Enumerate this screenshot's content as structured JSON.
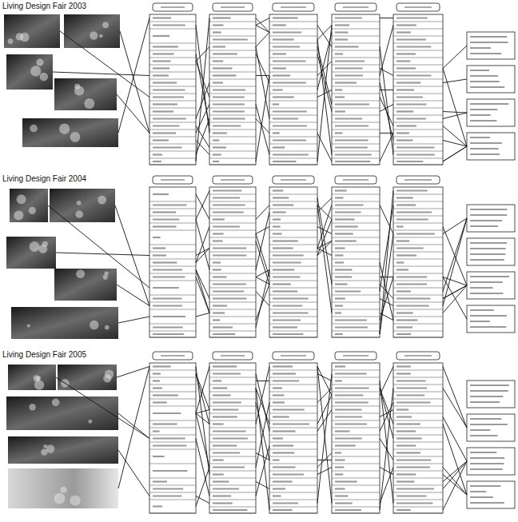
{
  "diagram": {
    "labels": [
      "Living Design Fair 2003",
      "Living Design Fair 2004",
      "Living Design Fair 2005"
    ]
  }
}
